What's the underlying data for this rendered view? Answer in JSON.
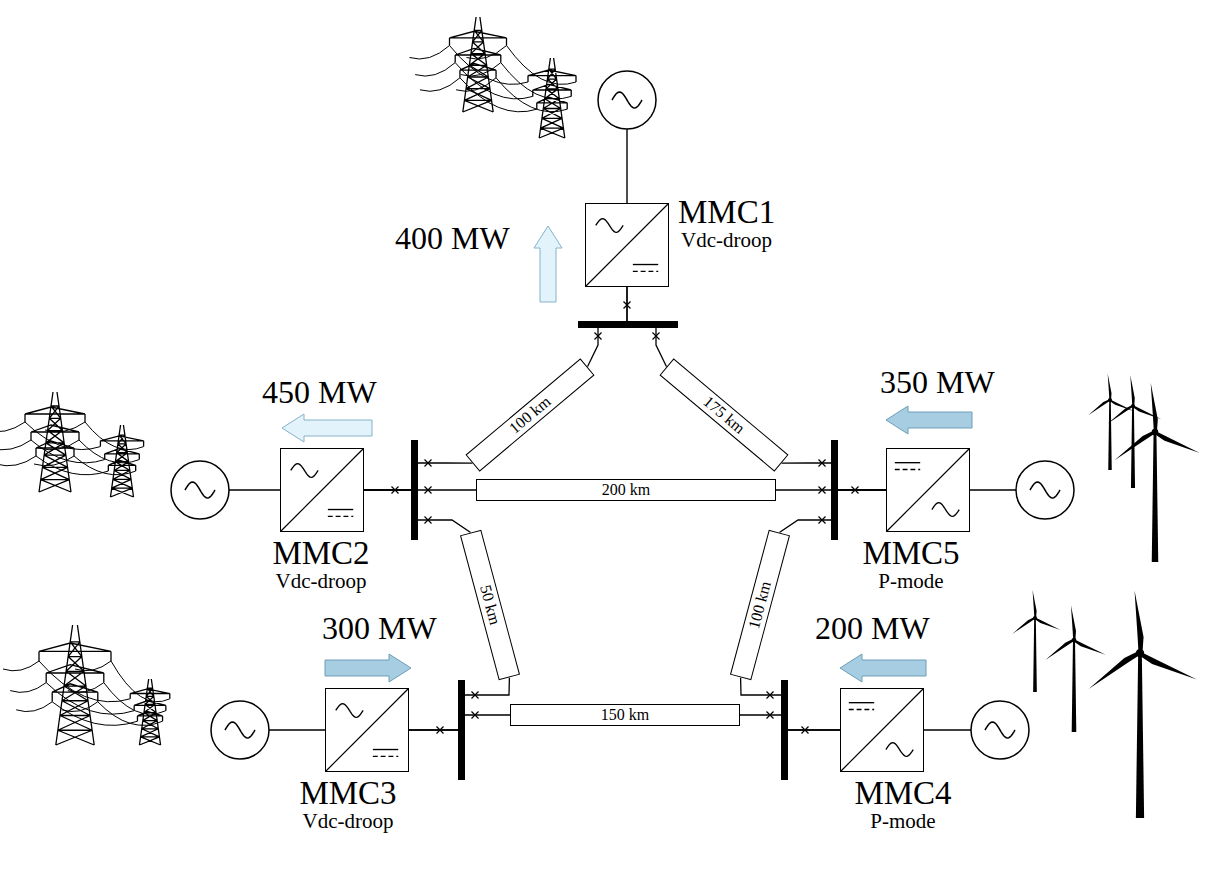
{
  "diagram": {
    "nodes": [
      {
        "text": [
          "MMC1",
          "Vdc-droop"
        ]
      },
      {
        "text": [
          "MMC2",
          "Vdc-droop"
        ]
      },
      {
        "text": [
          "MMC5",
          "P-mode"
        ]
      },
      {
        "text": [
          "MMC3",
          "Vdc-droop"
        ]
      },
      {
        "text": [
          "MMC4",
          "P-mode"
        ]
      },
      {
        "text": [
          "100 km"
        ]
      },
      {
        "text": [
          "175 km"
        ]
      },
      {
        "text": [
          "200 km"
        ]
      },
      {
        "text": [
          "50 km"
        ]
      },
      {
        "text": [
          "100 km"
        ]
      },
      {
        "text": [
          "150 km"
        ]
      }
    ],
    "edges": [
      {
        "from": 0,
        "to": 5,
        "arrow": "none"
      },
      {
        "from": 5,
        "to": 1,
        "arrow": "none"
      },
      {
        "from": 0,
        "to": 6,
        "arrow": "none"
      },
      {
        "from": 6,
        "to": 2,
        "arrow": "none"
      },
      {
        "from": 1,
        "to": 7,
        "arrow": "none"
      },
      {
        "from": 7,
        "to": 2,
        "arrow": "none"
      },
      {
        "from": 1,
        "to": 8,
        "arrow": "none"
      },
      {
        "from": 8,
        "to": 3,
        "arrow": "none"
      },
      {
        "from": 2,
        "to": 9,
        "arrow": "none"
      },
      {
        "from": 9,
        "to": 4,
        "arrow": "none"
      },
      {
        "from": 3,
        "to": 10,
        "arrow": "none"
      },
      {
        "from": 10,
        "to": 4,
        "arrow": "none"
      }
    ],
    "labels": [
      "400 MW",
      "450 MW",
      "350 MW",
      "300 MW",
      "200 MW"
    ]
  }
}
